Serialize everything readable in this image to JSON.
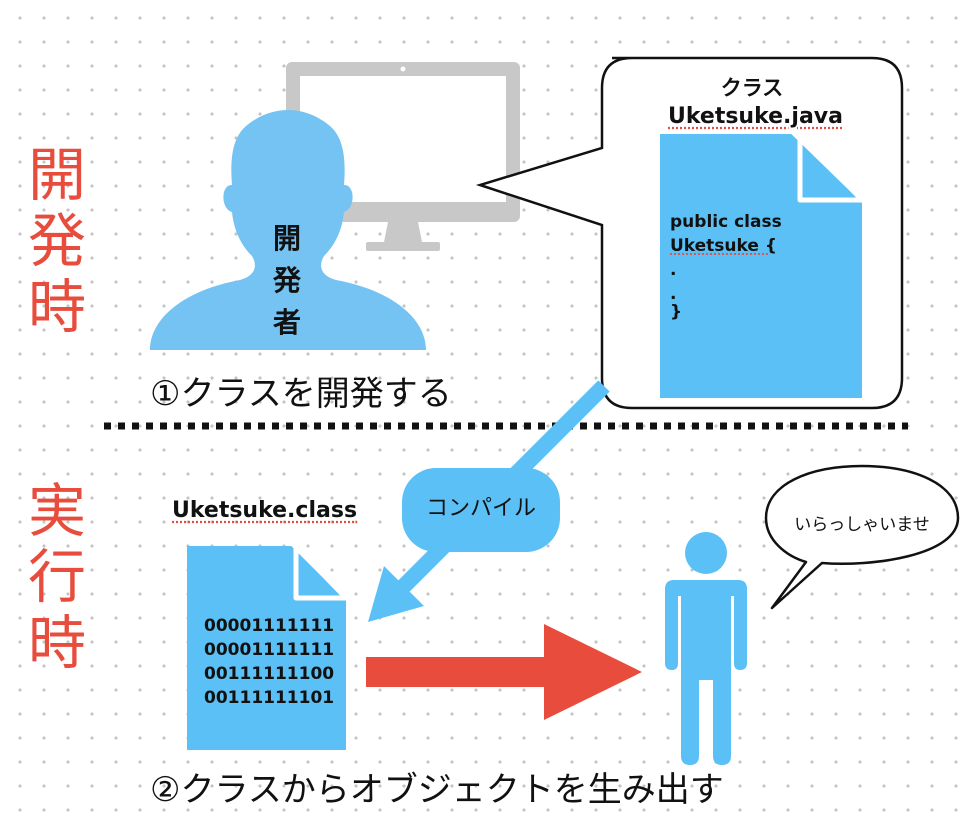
{
  "phases": {
    "development": [
      "開",
      "発",
      "時"
    ],
    "runtime": [
      "実",
      "行",
      "時"
    ]
  },
  "developer": {
    "label": [
      "開",
      "発",
      "者"
    ]
  },
  "step1": {
    "caption": "①クラスを開発する"
  },
  "class_bubble": {
    "title": "クラス",
    "filename": "Uketsuke.java",
    "code": [
      "public class",
      "Uketsuke {",
      ".",
      ".",
      "}"
    ]
  },
  "compile": {
    "label": "コンパイル"
  },
  "class_file": {
    "filename": "Uketsuke.class",
    "binary": [
      "00001111111",
      "00001111111",
      "00111111100",
      "00111111101"
    ]
  },
  "object": {
    "speech": "いらっしゃいませ"
  },
  "step2": {
    "caption": "②クラスからオブジェクトを生み出す"
  },
  "colors": {
    "accent_blue": "#5bc0f5",
    "person_blue": "#75c3f2",
    "arrow_red": "#e84c3d",
    "phase_red": "#e84c3d",
    "monitor_gray": "#c8c8c8"
  }
}
